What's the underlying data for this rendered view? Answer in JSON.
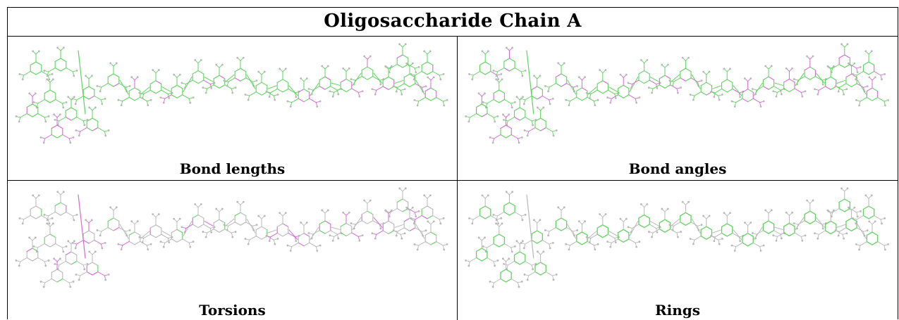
{
  "title": "Oligosaccharide Chain A",
  "panels": [
    {
      "caption": "Bond lengths"
    },
    {
      "caption": "Bond angles"
    },
    {
      "caption": "Torsions"
    },
    {
      "caption": "Rings"
    }
  ],
  "colors": {
    "green": "#5fd35f",
    "magenta": "#d46ad4",
    "gray": "#b8b8b8",
    "border": "#000000"
  }
}
